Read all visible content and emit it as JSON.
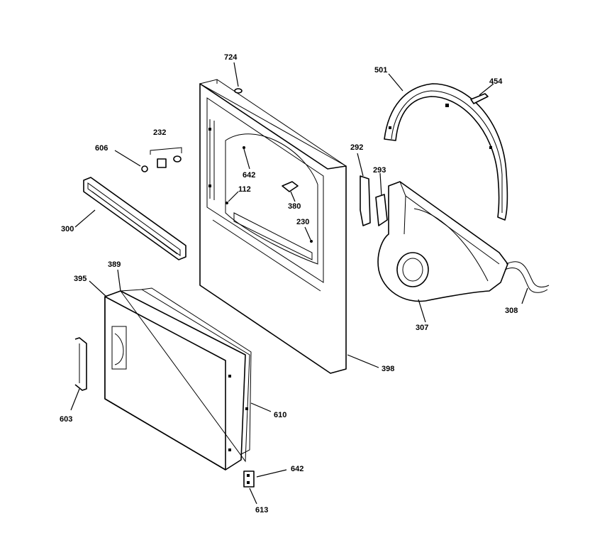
{
  "callouts": {
    "c724": "724",
    "c232": "232",
    "c606": "606",
    "c642_top": "642",
    "c112": "112",
    "c380": "380",
    "c230": "230",
    "c300": "300",
    "c501": "501",
    "c454": "454",
    "c292": "292",
    "c293": "293",
    "c389": "389",
    "c395": "395",
    "c308": "308",
    "c307": "307",
    "c398": "398",
    "c603": "603",
    "c610": "610",
    "c642_bottom": "642",
    "c613": "613"
  },
  "colors": {
    "line": "#000000",
    "background": "#ffffff"
  }
}
